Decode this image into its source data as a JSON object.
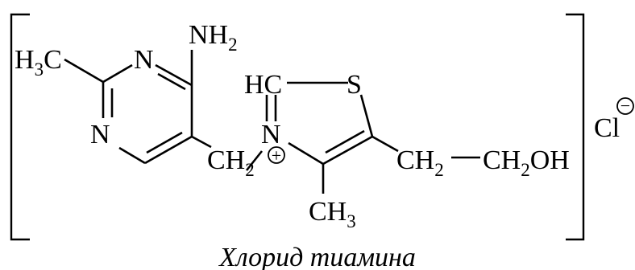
{
  "molecule": {
    "atoms": {
      "h3c": {
        "main": "H",
        "sub": "3",
        "tail": "C"
      },
      "n_top": "N",
      "n_left": "N",
      "nh2": {
        "main": "NH",
        "sub": "2"
      },
      "ch2_bridge": {
        "main": "CH",
        "sub": "2"
      },
      "hc": "HC",
      "s": "S",
      "n_plus": "N",
      "ch2_chain": {
        "main": "CH",
        "sub": "2"
      },
      "ch2oh": {
        "main": "CH",
        "sub": "2",
        "tail": "OH"
      },
      "ch3": {
        "main": "CH",
        "sub": "3"
      }
    },
    "charges": {
      "cation": "+",
      "anion": "−"
    },
    "counter_ion": "Cl"
  },
  "caption": "Хлорид тиамина"
}
